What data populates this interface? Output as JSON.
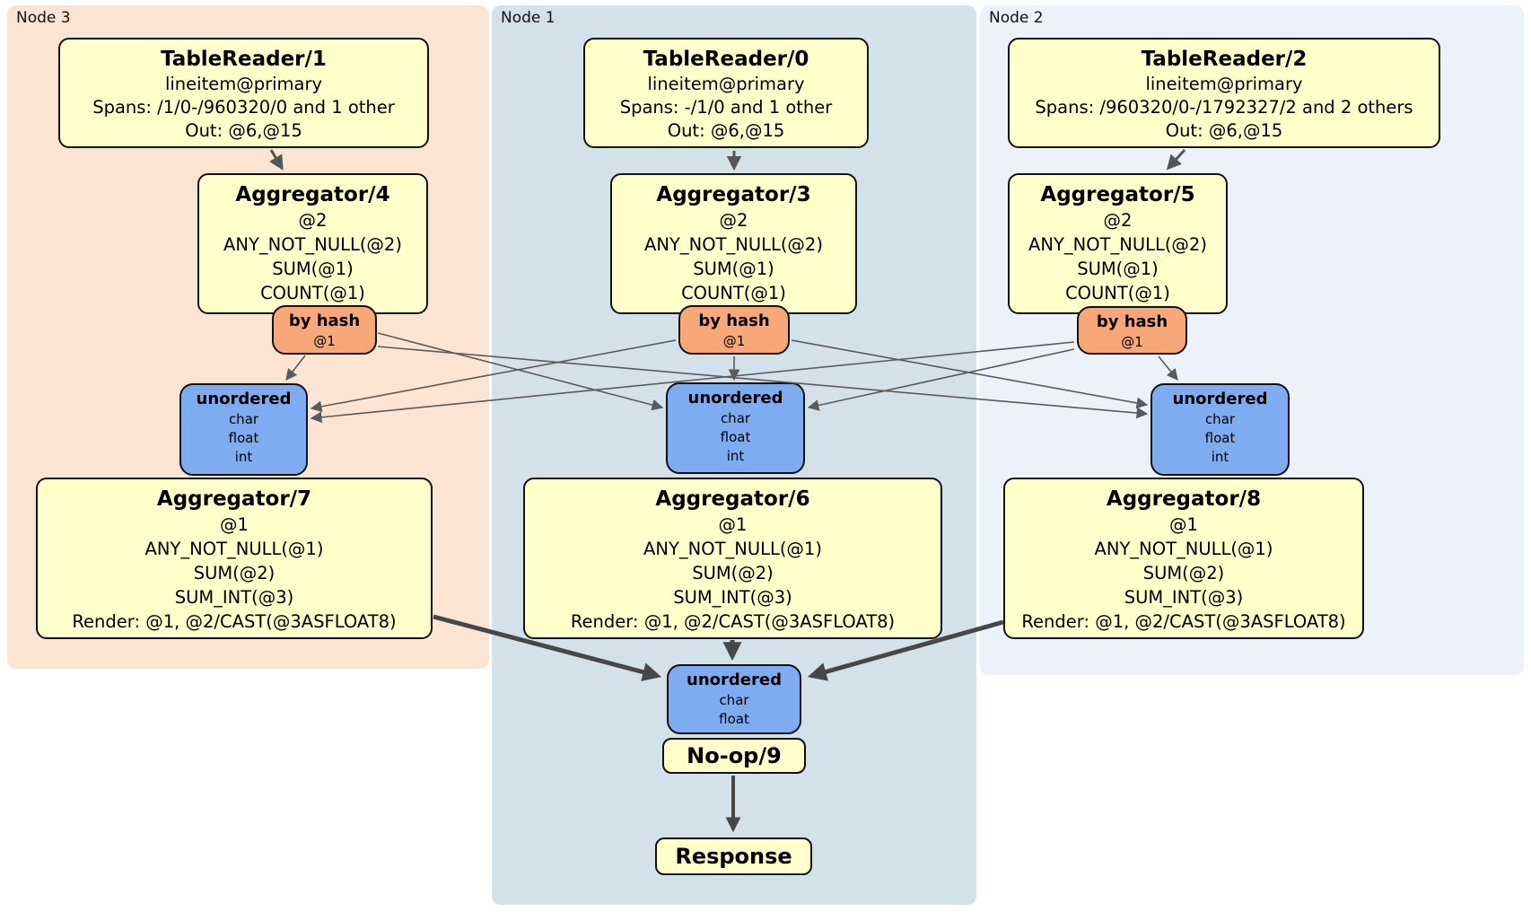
{
  "panels": [
    {
      "label": "Node 3",
      "table_reader": {
        "title": "TableReader/1",
        "lines": [
          "lineitem@primary",
          "Spans: /1/0-/960320/0 and 1 other",
          "Out: @6,@15"
        ]
      },
      "aggregator_top": {
        "title": "Aggregator/4",
        "lines": [
          "@2",
          "ANY_NOT_NULL(@2)",
          "SUM(@1)",
          "COUNT(@1)"
        ]
      },
      "by_hash": {
        "title": "by hash",
        "sub": "@1"
      },
      "unordered": {
        "title": "unordered",
        "lines": [
          "char",
          "float",
          "int"
        ]
      },
      "aggregator_bottom": {
        "title": "Aggregator/7",
        "lines": [
          "@1",
          "ANY_NOT_NULL(@1)",
          "SUM(@2)",
          "SUM_INT(@3)",
          "Render: @1, @2/CAST(@3ASFLOAT8)"
        ]
      }
    },
    {
      "label": "Node 1",
      "table_reader": {
        "title": "TableReader/0",
        "lines": [
          "lineitem@primary",
          "Spans: -/1/0 and 1 other",
          "Out: @6,@15"
        ]
      },
      "aggregator_top": {
        "title": "Aggregator/3",
        "lines": [
          "@2",
          "ANY_NOT_NULL(@2)",
          "SUM(@1)",
          "COUNT(@1)"
        ]
      },
      "by_hash": {
        "title": "by hash",
        "sub": "@1"
      },
      "unordered": {
        "title": "unordered",
        "lines": [
          "char",
          "float",
          "int"
        ]
      },
      "aggregator_bottom": {
        "title": "Aggregator/6",
        "lines": [
          "@1",
          "ANY_NOT_NULL(@1)",
          "SUM(@2)",
          "SUM_INT(@3)",
          "Render: @1, @2/CAST(@3ASFLOAT8)"
        ]
      }
    },
    {
      "label": "Node 2",
      "table_reader": {
        "title": "TableReader/2",
        "lines": [
          "lineitem@primary",
          "Spans: /960320/0-/1792327/2 and 2 others",
          "Out: @6,@15"
        ]
      },
      "aggregator_top": {
        "title": "Aggregator/5",
        "lines": [
          "@2",
          "ANY_NOT_NULL(@2)",
          "SUM(@1)",
          "COUNT(@1)"
        ]
      },
      "by_hash": {
        "title": "by hash",
        "sub": "@1"
      },
      "unordered": {
        "title": "unordered",
        "lines": [
          "char",
          "float",
          "int"
        ]
      },
      "aggregator_bottom": {
        "title": "Aggregator/8",
        "lines": [
          "@1",
          "ANY_NOT_NULL(@1)",
          "SUM(@2)",
          "SUM_INT(@3)",
          "Render: @1, @2/CAST(@3ASFLOAT8)"
        ]
      }
    }
  ],
  "output": {
    "unordered": {
      "title": "unordered",
      "lines": [
        "char",
        "float"
      ]
    },
    "noop_label": "No-op/9",
    "response_label": "Response"
  },
  "colors": {
    "node3_bg": "#fce4d3",
    "node1_bg": "#d3e1eb",
    "node2_bg": "#ecf1fa",
    "stage_box_bg": "#ffffcc",
    "hash_router_bg": "#f8a878",
    "stream_box_bg": "#7facf0",
    "box_border": "#111111",
    "edge_thin": "#5a5a5a",
    "edge_thick": "#474747"
  }
}
